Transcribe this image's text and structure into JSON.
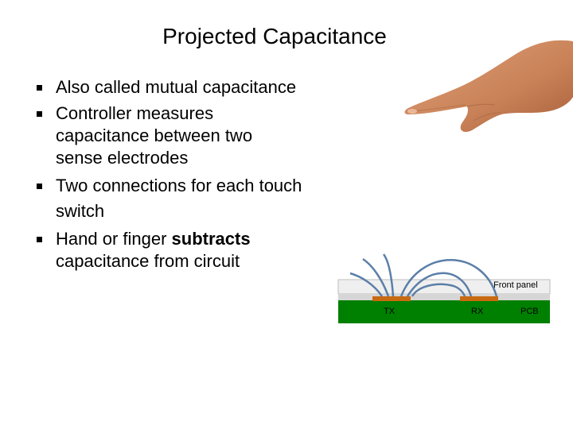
{
  "slide": {
    "title": "Projected Capacitance",
    "bullets": [
      {
        "text": "Also called mutual capacitance"
      },
      {
        "text": "Controller measures capacitance between two sense electrodes"
      },
      {
        "text": "Two connections for each touch switch"
      },
      {
        "text_before": "Hand or finger ",
        "text_bold": "subtracts",
        "text_after": " capacitance from circuit"
      }
    ]
  },
  "diagram": {
    "front_panel_label": "Front panel",
    "tx_label": "TX",
    "rx_label": "RX",
    "pcb_label": "PCB",
    "colors": {
      "pcb": "#008000",
      "electrode": "#c96a10",
      "field_lines": "#5b7fa8",
      "panel": "#efefef"
    }
  },
  "icons": {
    "hand": "pointing-hand-icon"
  }
}
